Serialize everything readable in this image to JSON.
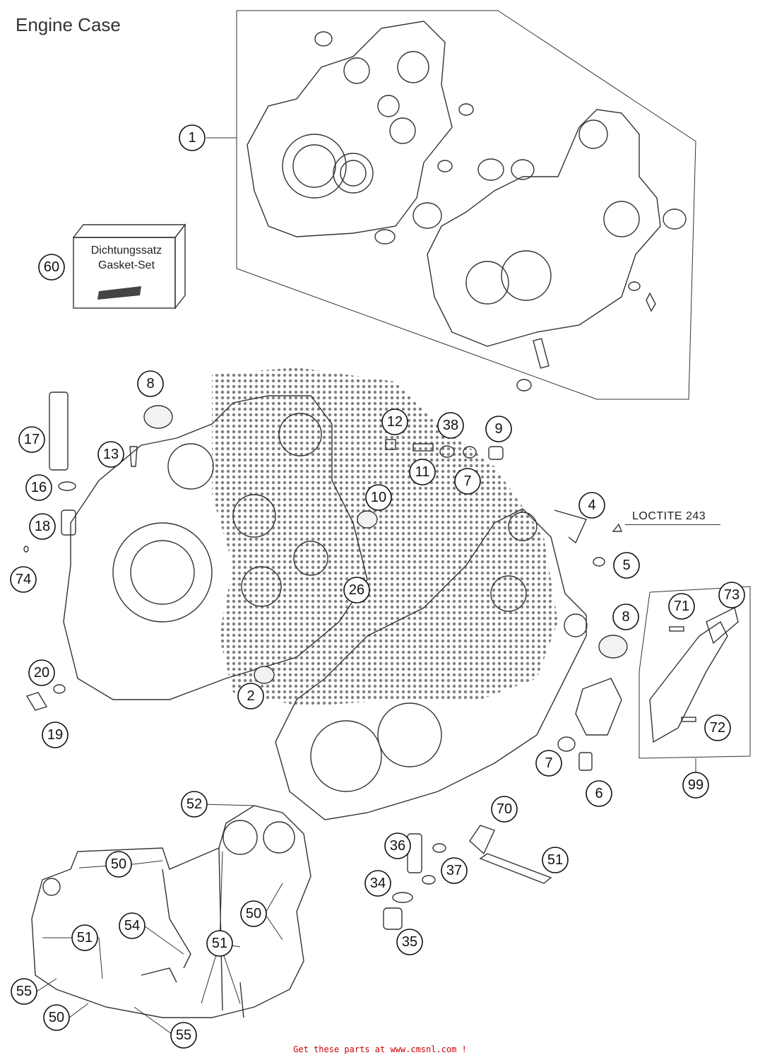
{
  "title": "Engine Case",
  "gasket_set": {
    "line1": "Dichtungssatz",
    "line2": "Gasket-Set",
    "logo": "KTM"
  },
  "loctite_label": "LOCTITE 243",
  "footer": "Get these parts at www.cmsnl.com  !",
  "callouts": [
    {
      "id": "c1",
      "label": "1"
    },
    {
      "id": "c60",
      "label": "60"
    },
    {
      "id": "c8a",
      "label": "8"
    },
    {
      "id": "c17",
      "label": "17"
    },
    {
      "id": "c13",
      "label": "13"
    },
    {
      "id": "c16",
      "label": "16"
    },
    {
      "id": "c18",
      "label": "18"
    },
    {
      "id": "c74",
      "label": "74"
    },
    {
      "id": "c20",
      "label": "20"
    },
    {
      "id": "c19",
      "label": "19"
    },
    {
      "id": "c12",
      "label": "12"
    },
    {
      "id": "c38",
      "label": "38"
    },
    {
      "id": "c9",
      "label": "9"
    },
    {
      "id": "c11",
      "label": "11"
    },
    {
      "id": "c7a",
      "label": "7"
    },
    {
      "id": "c10",
      "label": "10"
    },
    {
      "id": "c4",
      "label": "4"
    },
    {
      "id": "c5",
      "label": "5"
    },
    {
      "id": "c26",
      "label": "26"
    },
    {
      "id": "c2",
      "label": "2"
    },
    {
      "id": "c8b",
      "label": "8"
    },
    {
      "id": "c71",
      "label": "71"
    },
    {
      "id": "c73",
      "label": "73"
    },
    {
      "id": "c72",
      "label": "72"
    },
    {
      "id": "c99",
      "label": "99"
    },
    {
      "id": "c7b",
      "label": "7"
    },
    {
      "id": "c6",
      "label": "6"
    },
    {
      "id": "c70",
      "label": "70"
    },
    {
      "id": "c52",
      "label": "52"
    },
    {
      "id": "c50a",
      "label": "50"
    },
    {
      "id": "c36",
      "label": "36"
    },
    {
      "id": "c37",
      "label": "37"
    },
    {
      "id": "c51a",
      "label": "51"
    },
    {
      "id": "c34",
      "label": "34"
    },
    {
      "id": "c50b",
      "label": "50"
    },
    {
      "id": "c54",
      "label": "54"
    },
    {
      "id": "c51b",
      "label": "51"
    },
    {
      "id": "c51c",
      "label": "51"
    },
    {
      "id": "c35",
      "label": "35"
    },
    {
      "id": "c55a",
      "label": "55"
    },
    {
      "id": "c50c",
      "label": "50"
    },
    {
      "id": "c55b",
      "label": "55"
    }
  ]
}
